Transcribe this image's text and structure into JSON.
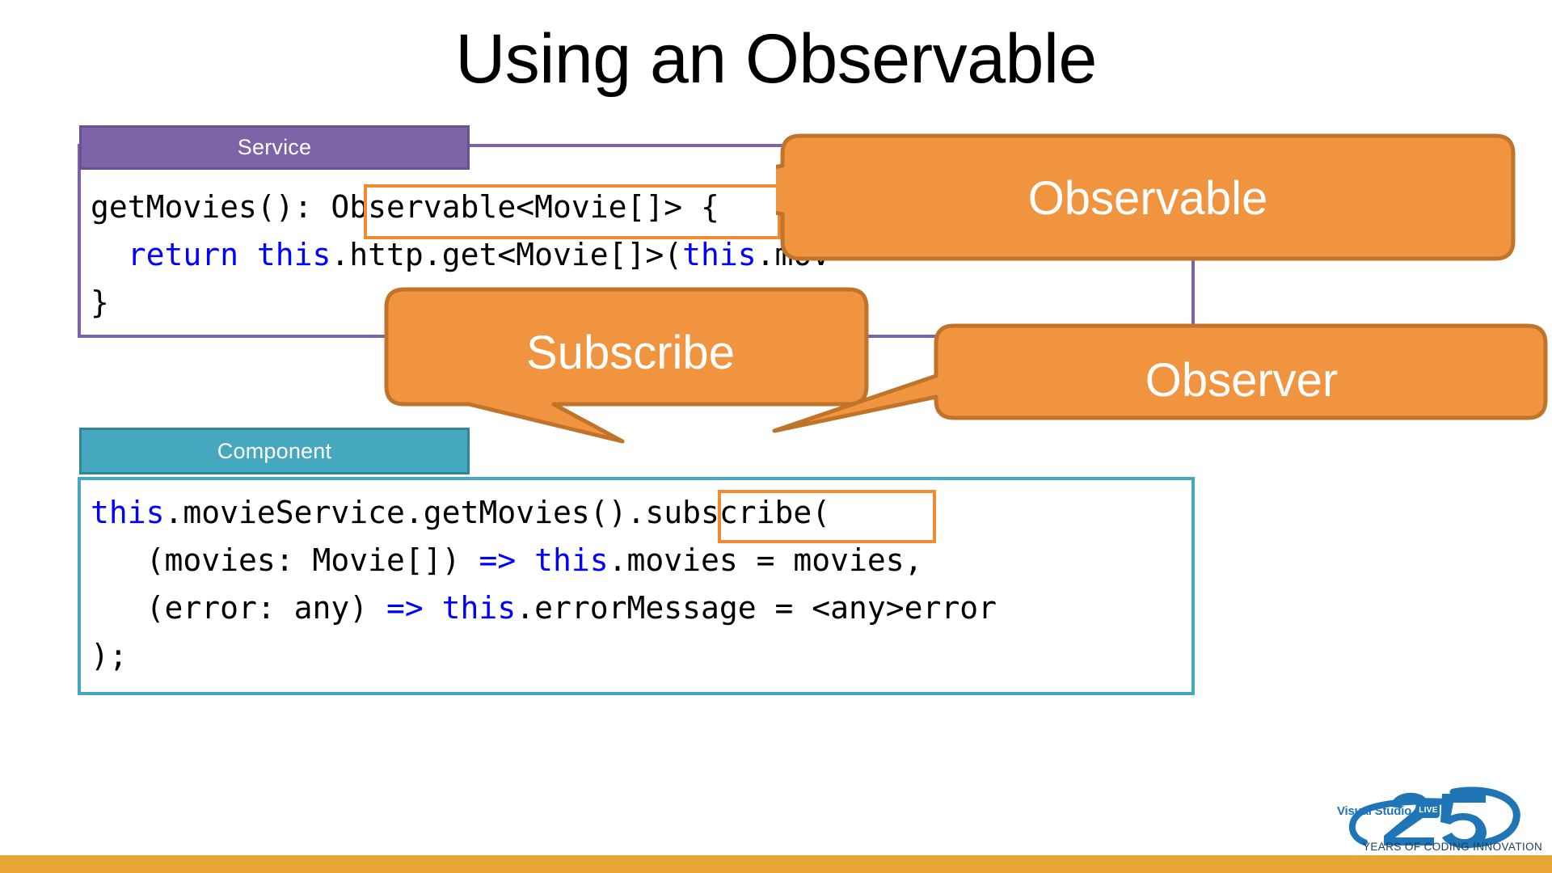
{
  "slide": {
    "title": "Using an Observable",
    "accent_orange": "#f0943f",
    "accent_orange_border": "#c0742a",
    "highlight_orange": "#ee8b33",
    "service_purple": "#7d63a8",
    "component_teal": "#45a8bf",
    "bottom_bar_color": "#e8a735",
    "keyword_blue": "#0000ff"
  },
  "service_panel": {
    "header_label": "Service",
    "code_lines": [
      {
        "id": "svc-l1",
        "segments": [
          {
            "text": "getMovies(): ",
            "kind": "plain"
          },
          {
            "text": "Observable<Movie[]>",
            "kind": "plain"
          },
          {
            "text": " {",
            "kind": "plain"
          }
        ]
      },
      {
        "id": "svc-l2",
        "segments": [
          {
            "text": "  ",
            "kind": "plain"
          },
          {
            "text": "return",
            "kind": "keyword"
          },
          {
            "text": " ",
            "kind": "plain"
          },
          {
            "text": "this",
            "kind": "keyword"
          },
          {
            "text": ".http.get<Movie[]>(",
            "kind": "plain"
          },
          {
            "text": "this",
            "kind": "keyword"
          },
          {
            "text": ".mov",
            "kind": "plain"
          }
        ]
      },
      {
        "id": "svc-l3",
        "segments": [
          {
            "text": "}",
            "kind": "plain"
          }
        ]
      }
    ],
    "highlight": {
      "label": "observable-type-highlight"
    }
  },
  "component_panel": {
    "header_label": "Component",
    "code_lines": [
      {
        "id": "cmp-l1",
        "segments": [
          {
            "text": "this",
            "kind": "keyword"
          },
          {
            "text": ".movieService.getMovies()",
            "kind": "plain"
          },
          {
            "text": ".subscribe",
            "kind": "plain"
          },
          {
            "text": "(",
            "kind": "plain"
          }
        ]
      },
      {
        "id": "cmp-l2",
        "segments": [
          {
            "text": "   (movies: Movie[]) ",
            "kind": "plain"
          },
          {
            "text": "=>",
            "kind": "keyword"
          },
          {
            "text": " ",
            "kind": "plain"
          },
          {
            "text": "this",
            "kind": "keyword"
          },
          {
            "text": ".movies = movies,",
            "kind": "plain"
          }
        ]
      },
      {
        "id": "cmp-l3",
        "segments": [
          {
            "text": "   (error: any) ",
            "kind": "plain"
          },
          {
            "text": "=>",
            "kind": "keyword"
          },
          {
            "text": " ",
            "kind": "plain"
          },
          {
            "text": "this",
            "kind": "keyword"
          },
          {
            "text": ".errorMessage = <any>error",
            "kind": "plain"
          }
        ]
      },
      {
        "id": "cmp-l4",
        "segments": [
          {
            "text": ");",
            "kind": "plain"
          }
        ]
      }
    ],
    "highlight": {
      "label": "subscribe-highlight"
    }
  },
  "callouts": [
    {
      "id": "observable",
      "label": "Observable"
    },
    {
      "id": "subscribe",
      "label": "Subscribe"
    },
    {
      "id": "observer",
      "label": "Observer"
    }
  ],
  "logo": {
    "brand": "Visual Studio",
    "live_badge": "LIVE",
    "number": "25",
    "tagline": "YEARS OF CODING INNOVATION"
  }
}
